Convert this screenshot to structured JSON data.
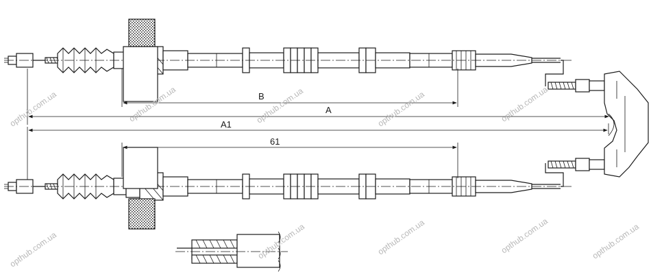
{
  "dimensions": {
    "b": "B",
    "a": "A",
    "a1": "A1",
    "b1": "61"
  },
  "watermark": "opthub.com.ua"
}
